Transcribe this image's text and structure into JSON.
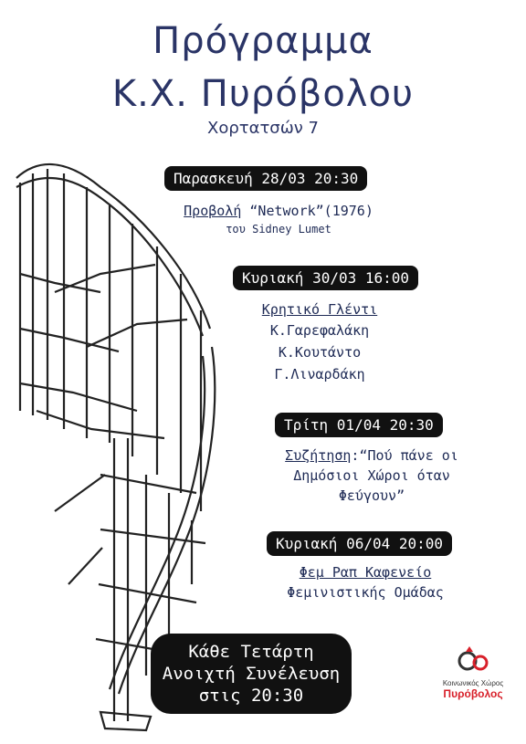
{
  "header": {
    "title_line1": "Πρόγραμμα",
    "title_line2": "Κ.Χ. Πυρόβολου",
    "address": "Χορτατσών 7"
  },
  "events": [
    {
      "date": "Παρασκευή 28/03 20:30",
      "type": "Προβολή",
      "title": "“Network”(1976)",
      "director": "του Sidney Lumet"
    },
    {
      "date": "Κυριακή 30/03 16:00",
      "title": "Κρητικό Γλέντι",
      "performers": [
        "Κ.Γαρεφαλάκη",
        "Κ.Κουτάντο",
        "Γ.Λιναρδάκη"
      ]
    },
    {
      "date": "Τρίτη 01/04 20:30",
      "type": "Συζήτηση",
      "title_lines": [
        ":“Πού πάνε οι",
        "Δημόσιοι Χώροι όταν",
        "Φεύγουν”"
      ]
    },
    {
      "date": "Κυριακή 06/04 20:00",
      "title": "Φεμ Ραπ Καφενείο",
      "organizer": "Φεμινιστικής Ομάδας"
    }
  ],
  "weekly": {
    "line1": "Κάθε Τετάρτη",
    "line2": "Ανοιχτή Συνέλευση",
    "line3": "στις 20:30"
  },
  "logo": {
    "line1": "Κοινωνικός Χώρος",
    "line2": "Πυρόβολος",
    "color": "#d8202a"
  },
  "colors": {
    "text": "#1e2a55",
    "pill": "#111111"
  }
}
